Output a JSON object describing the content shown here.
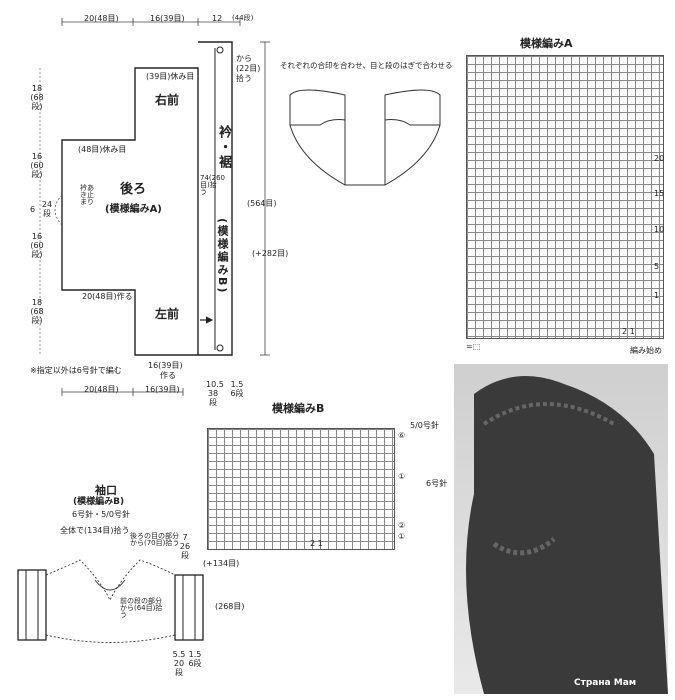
{
  "top_dims": {
    "d1": "20(48目)",
    "d2": "16(39目)",
    "d3": "12",
    "d3b": "(44段)"
  },
  "front_top": {
    "pick": "から",
    "pick2": "(22目)",
    "pick3": "拾う"
  },
  "right_front": {
    "rest": "(39目)休み目",
    "label": "右前"
  },
  "collar": {
    "label": "衿・裾",
    "dims": "74(260目)拾う",
    "pattern": "(模様編みB)"
  },
  "back": {
    "rest": "(48目)休み目",
    "label": "後ろ",
    "pattern": "(模様編みA)",
    "armhole": "衿あき止まり",
    "make": "20(48目)作る"
  },
  "left_dims": {
    "a": "18",
    "a2": "(68段)",
    "b": "16",
    "b2": "(60段)",
    "c": "6",
    "c2": "24段",
    "d": "16",
    "d2": "(60段)",
    "e": "18",
    "e2": "(68段)"
  },
  "right_dims": {
    "total": "(564目)",
    "plus": "(+282目)"
  },
  "left_front": {
    "label": "左前",
    "make": "16(39目)",
    "make2": "作る"
  },
  "note": "※指定以外は6号針で編む",
  "assembly": {
    "caption": "それぞれの合印を合わせ、目と段のはぎで合わせる"
  },
  "pattern_a": {
    "title": "模様編みA",
    "rows": [
      "20",
      "15",
      "10",
      "5",
      "1"
    ],
    "bottom": "2 1",
    "start": "編み始め",
    "legend": "=⬚"
  },
  "bottom_dims": {
    "d1": "20(48目)",
    "d2": "16(39目)",
    "e1": "10.5",
    "e1b": "38段",
    "e2": "1.5",
    "e2b": "6段"
  },
  "pattern_b": {
    "title": "模様編みB",
    "needle1": "5/0号針",
    "r6": "⑥",
    "r1": "①",
    "needle2": "6号針",
    "r2": "②",
    "r1b": "①",
    "bottom": "2 1"
  },
  "sleeve": {
    "title": "袖口",
    "pattern": "(模様編みB)",
    "needles": "6号針・5/0号針",
    "whole": "全体で(134目)拾う",
    "back_pick": "後ろの目の部分から(70目)拾う",
    "front_pick": "前の段の部分から(64目)拾う",
    "d1": "7",
    "d1b": "26段",
    "d2": "(+134目)",
    "d3": "(268目)",
    "d4": "5.5",
    "d4b": "20段",
    "d5": "1.5",
    "d5b": "6段"
  },
  "photo": {
    "watermark": "Страна Мам"
  }
}
